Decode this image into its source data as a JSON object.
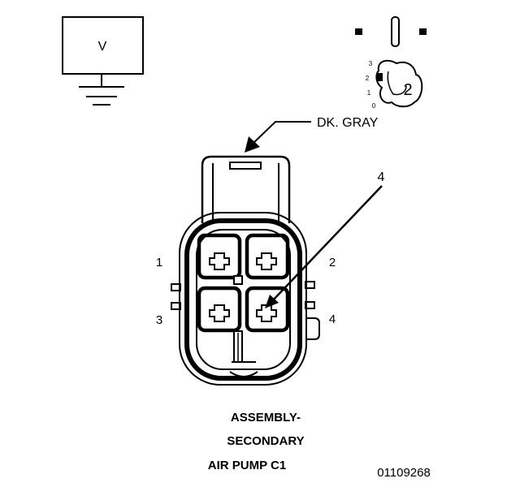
{
  "meter": {
    "symbol": "V"
  },
  "probe_legend": {
    "scale": [
      "3",
      "2",
      "1",
      "0"
    ],
    "probe_number": "2"
  },
  "wire": {
    "color_label": "DK. GRAY"
  },
  "callout": {
    "label": "4"
  },
  "connector": {
    "pins": [
      {
        "label": "1"
      },
      {
        "label": "2"
      },
      {
        "label": "3"
      },
      {
        "label": "4"
      }
    ]
  },
  "caption": {
    "line1": "ASSEMBLY-",
    "line2": "SECONDARY",
    "line3": "AIR PUMP C1"
  },
  "figure_id": "01109268"
}
